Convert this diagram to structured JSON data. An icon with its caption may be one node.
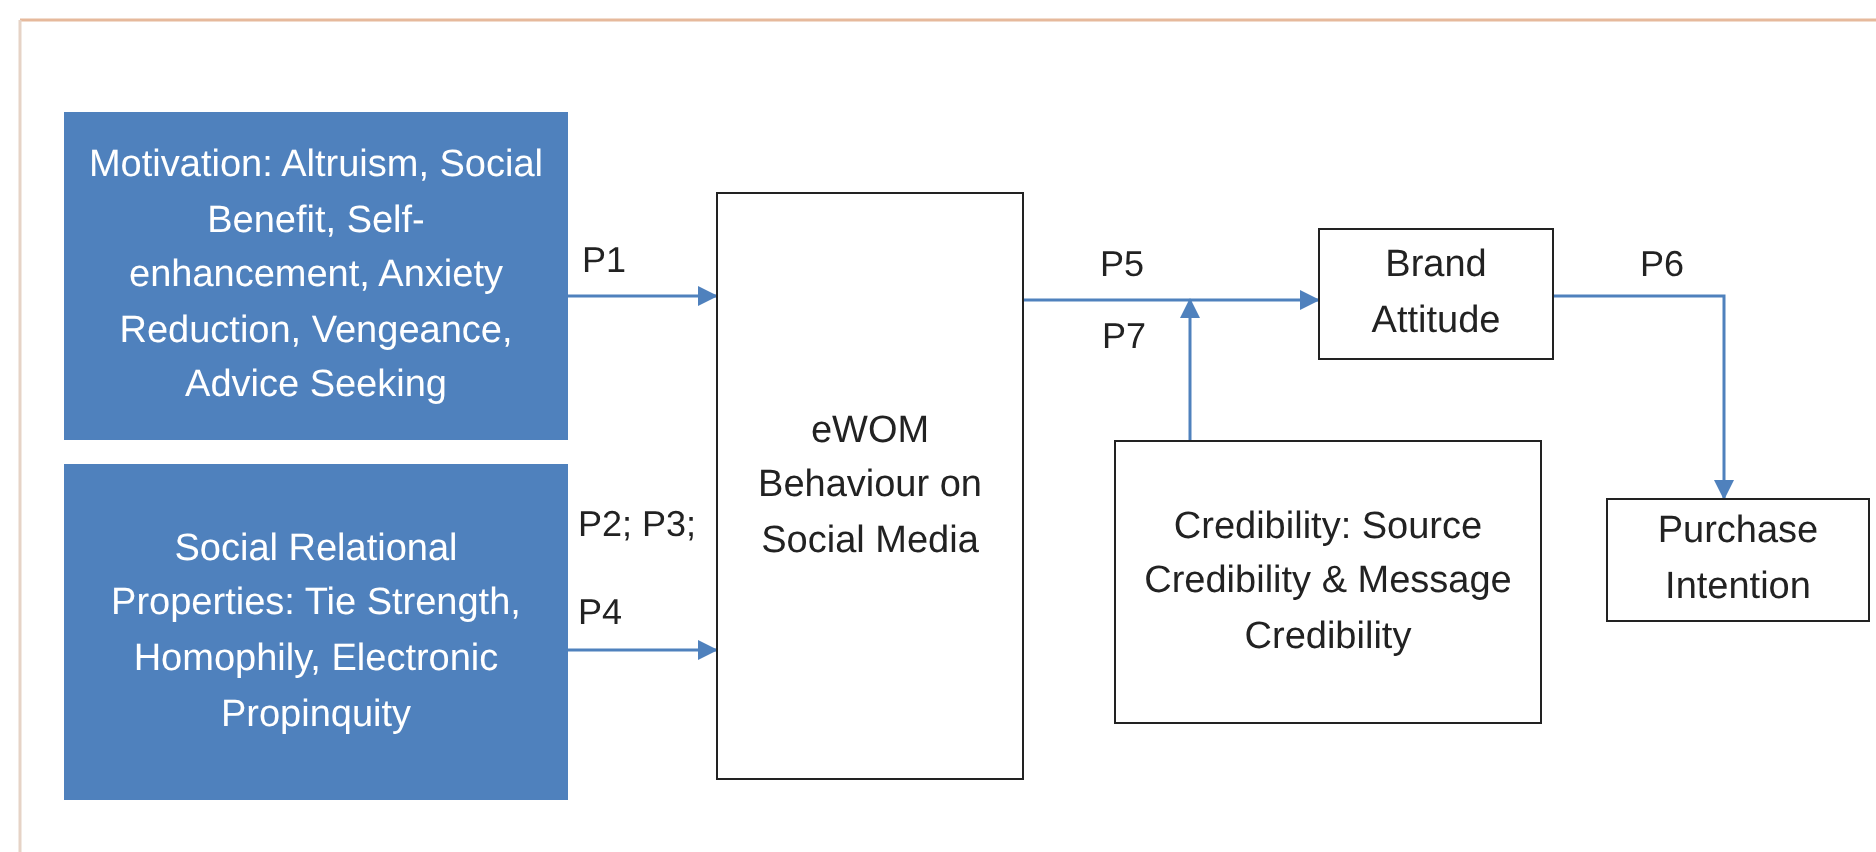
{
  "diagram": {
    "nodes": [
      {
        "text": [
          "Motivation: Altruism, Social Benefit, Self-enhancement, Anxiety Reduction, Vengeance, Advice Seeking"
        ]
      },
      {
        "text": [
          "Social Relational Properties: Tie Strength, Homophily, Electronic Propinquity"
        ]
      },
      {
        "text": [
          "eWOM Behaviour on Social Media"
        ]
      },
      {
        "text": [
          "Brand Attitude"
        ]
      },
      {
        "text": [
          "Credibility: Source Credibility & Message Credibility"
        ]
      },
      {
        "text": [
          "Purchase Intention"
        ]
      }
    ],
    "edges": [
      {
        "from": 0,
        "to": 2,
        "arrow": "to",
        "label": "P1"
      },
      {
        "from": 1,
        "to": 2,
        "arrow": "to",
        "label": "P2; P3; P4"
      },
      {
        "from": 2,
        "to": 3,
        "arrow": "to",
        "label": "P5"
      },
      {
        "from": 4,
        "to": null,
        "arrow": "to",
        "label": "P7"
      },
      {
        "from": 3,
        "to": 5,
        "arrow": "to",
        "label": "P6"
      }
    ]
  }
}
